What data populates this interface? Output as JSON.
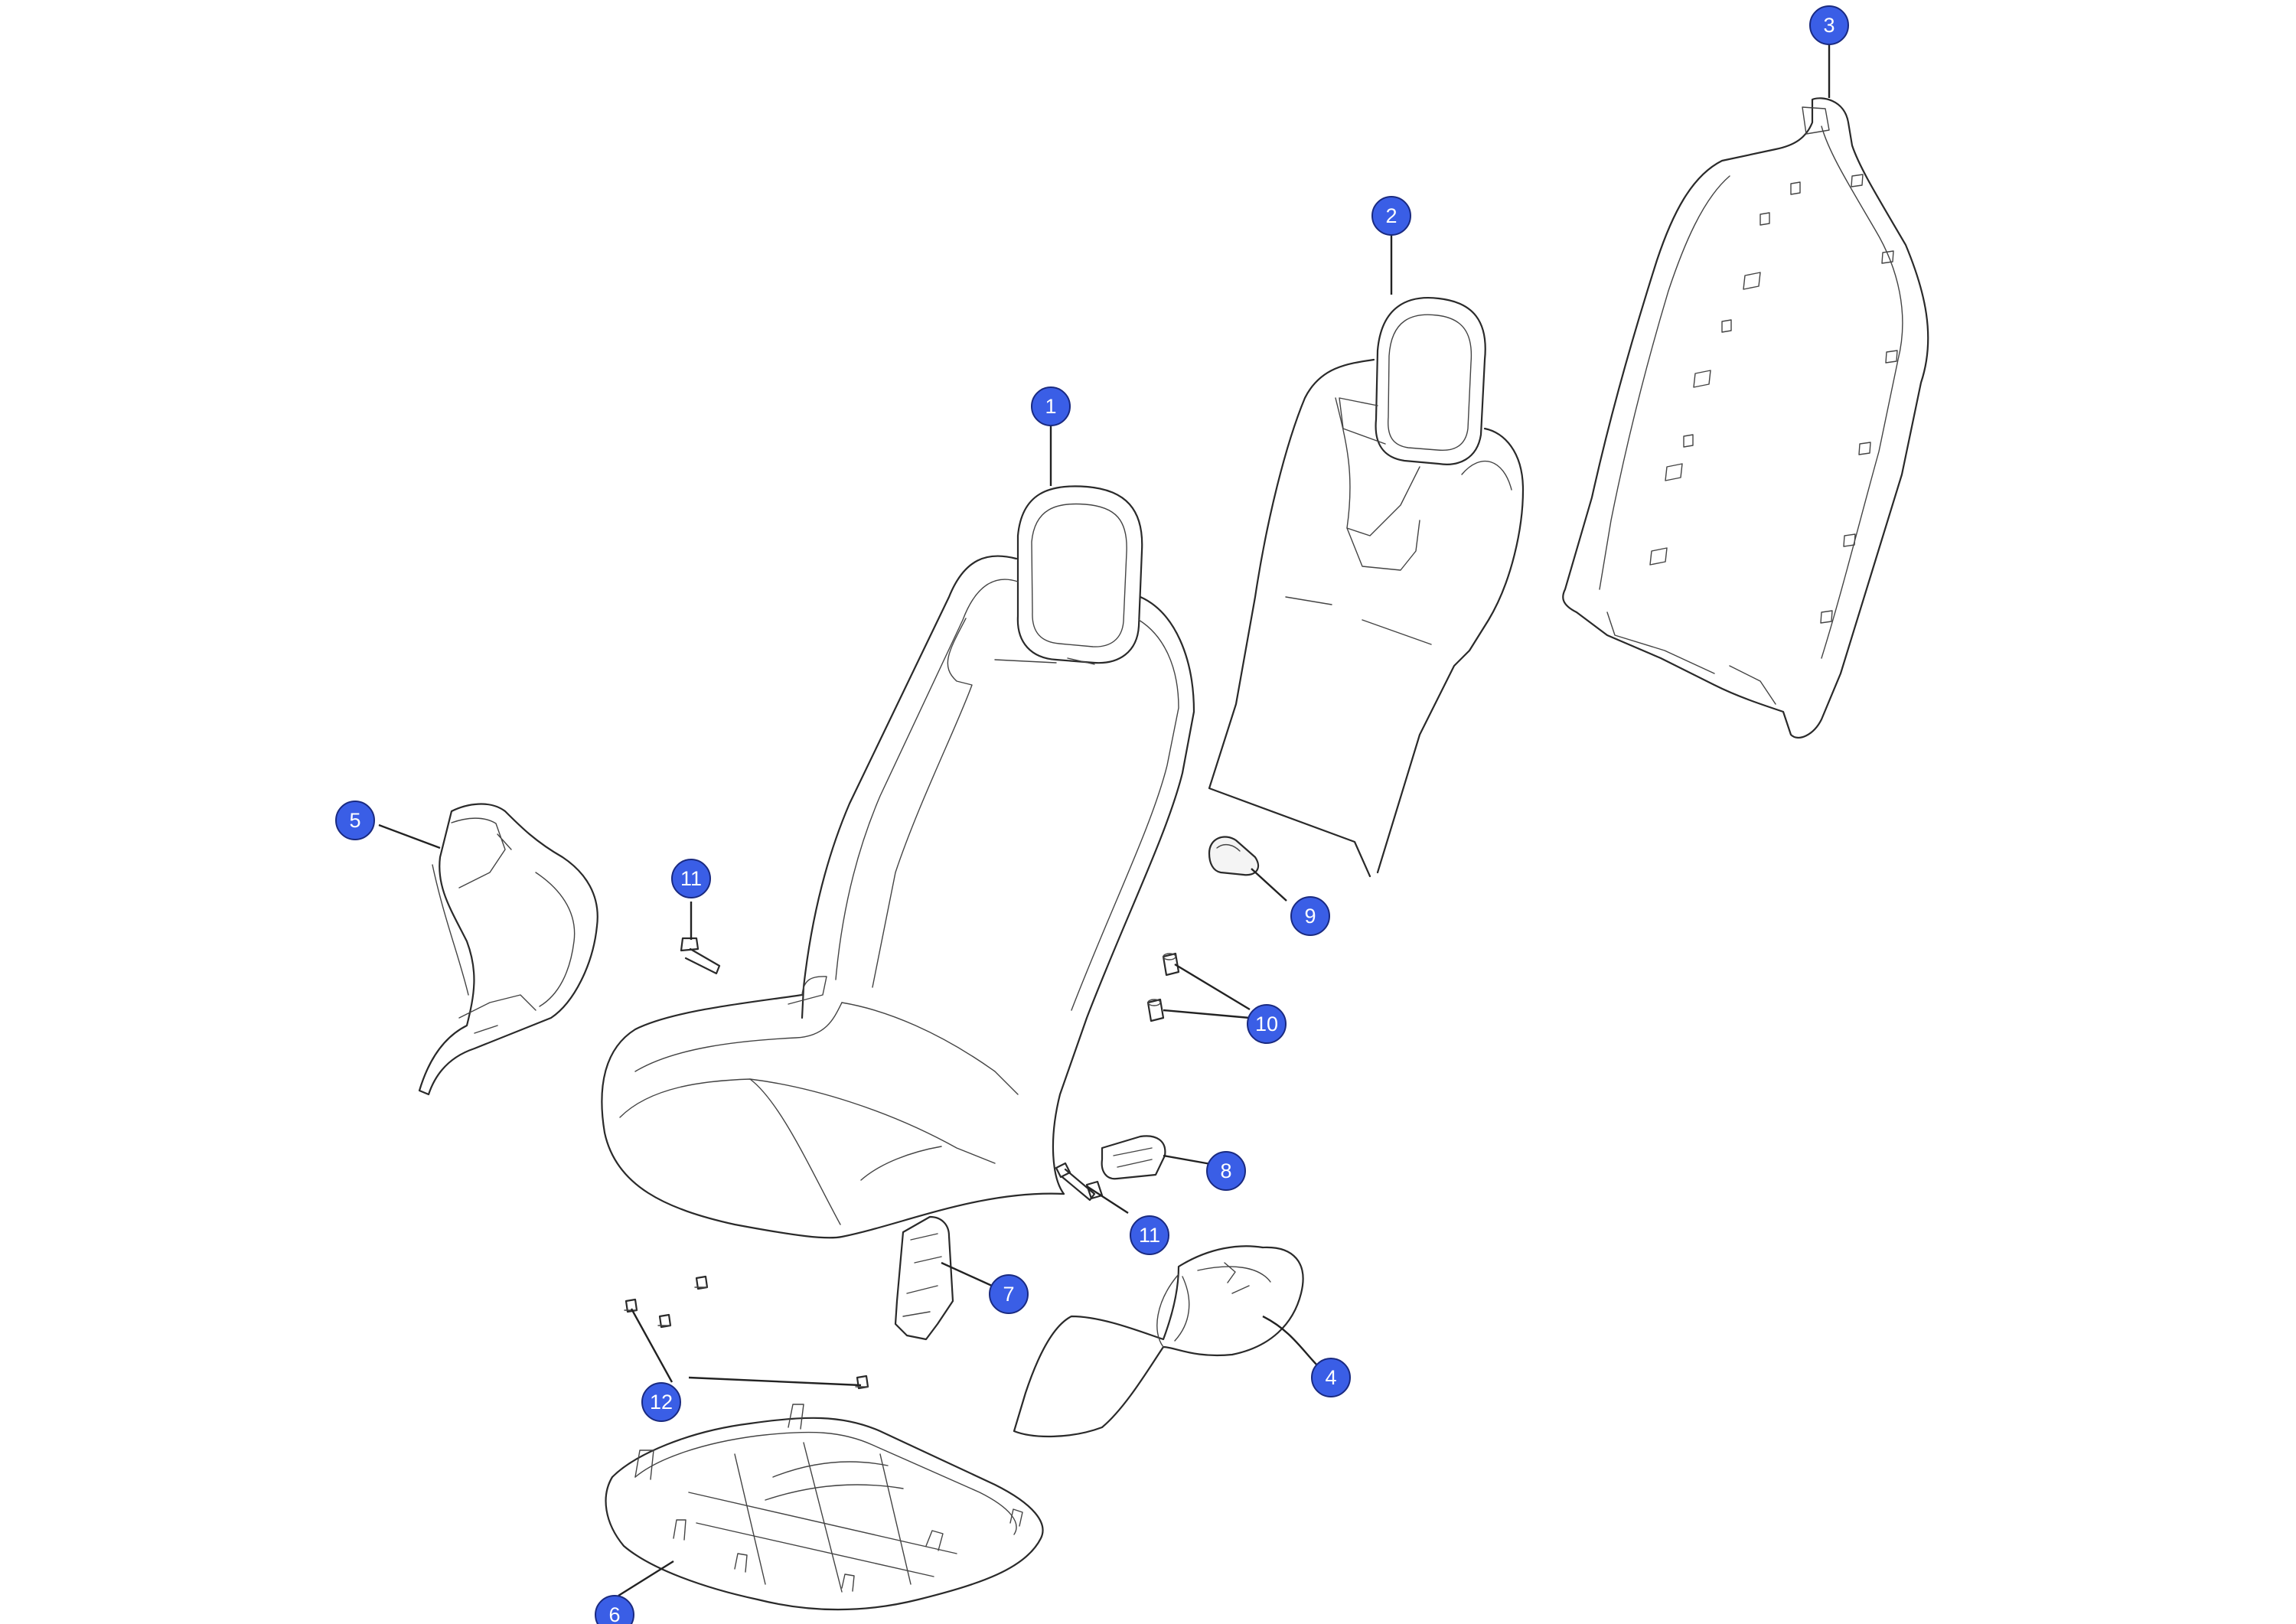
{
  "colors": {
    "callout_fill": "#3a5ee6",
    "callout_text": "#ffffff",
    "line": "#2a2a2a"
  },
  "callouts": [
    {
      "part": "seat-assembly",
      "label": "1"
    },
    {
      "part": "backrest-foam",
      "label": "2"
    },
    {
      "part": "backrest-frame",
      "label": "3"
    },
    {
      "part": "side-panel-right",
      "label": "4"
    },
    {
      "part": "side-panel-left",
      "label": "5"
    },
    {
      "part": "seat-base-frame",
      "label": "6"
    },
    {
      "part": "hinge-bracket",
      "label": "7"
    },
    {
      "part": "trim-clip",
      "label": "8"
    },
    {
      "part": "lever-knob",
      "label": "9"
    },
    {
      "part": "pin-pair",
      "label": "10"
    },
    {
      "part": "bolt-upper",
      "label": "11"
    },
    {
      "part": "bolt-lower",
      "label": "11"
    },
    {
      "part": "clip-set",
      "label": "12"
    }
  ]
}
